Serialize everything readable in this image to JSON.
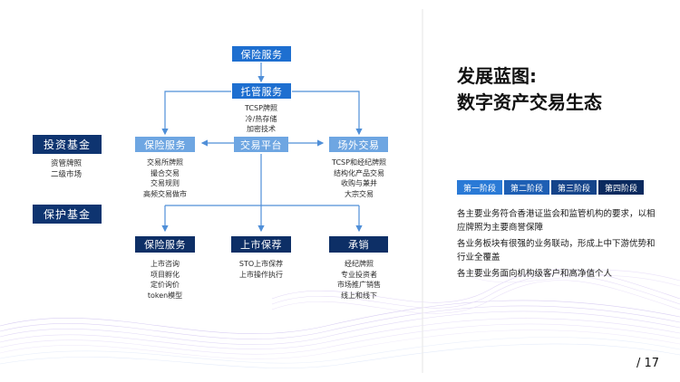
{
  "top_box": "保险服务",
  "custody": {
    "label": "托管服务",
    "items": [
      "TCSP牌照",
      "冷/热存储",
      "加密技术"
    ]
  },
  "mid_left": {
    "label": "保险服务",
    "items": [
      "交易所牌照",
      "撮合交易",
      "交易规则",
      "高频交易做市"
    ]
  },
  "mid_center": {
    "label": "交易平台"
  },
  "mid_right": {
    "label": "场外交易",
    "items": [
      "TCSP和经纪牌照",
      "结构化产品交易",
      "收购与兼并",
      "大宗交易"
    ]
  },
  "side": {
    "fund": "投资基金",
    "fund_items": [
      "资管牌照",
      "二级市场"
    ],
    "protect": "保护基金"
  },
  "bottom_left": {
    "label": "保险服务",
    "items": [
      "上市咨询",
      "项目孵化",
      "定价询价",
      "token模型"
    ]
  },
  "bottom_center": {
    "label": "上市保荐",
    "items": [
      "STO上市保荐",
      "上市操作执行"
    ]
  },
  "bottom_right": {
    "label": "承销",
    "items": [
      "经纪牌照",
      "专业投资者",
      "市场推广销售",
      "线上和线下"
    ]
  },
  "title": {
    "line1": "发展蓝图:",
    "line2": "数字资产交易生态"
  },
  "phases": [
    {
      "label": "第一阶段",
      "color": "#2a7ad6"
    },
    {
      "label": "第二阶段",
      "color": "#1e5fb4"
    },
    {
      "label": "第三阶段",
      "color": "#15448a"
    },
    {
      "label": "第四阶段",
      "color": "#0b2a5e"
    }
  ],
  "points": [
    "各主要业务符合香港证监会和监管机构的要求，以相应牌照为主要商誉保障",
    "各业务板块有很强的业务联动，形成上中下游优势和行业全覆盖",
    "各主要业务面向机构级客户和高净值个人"
  ],
  "page_number": "/ 17"
}
